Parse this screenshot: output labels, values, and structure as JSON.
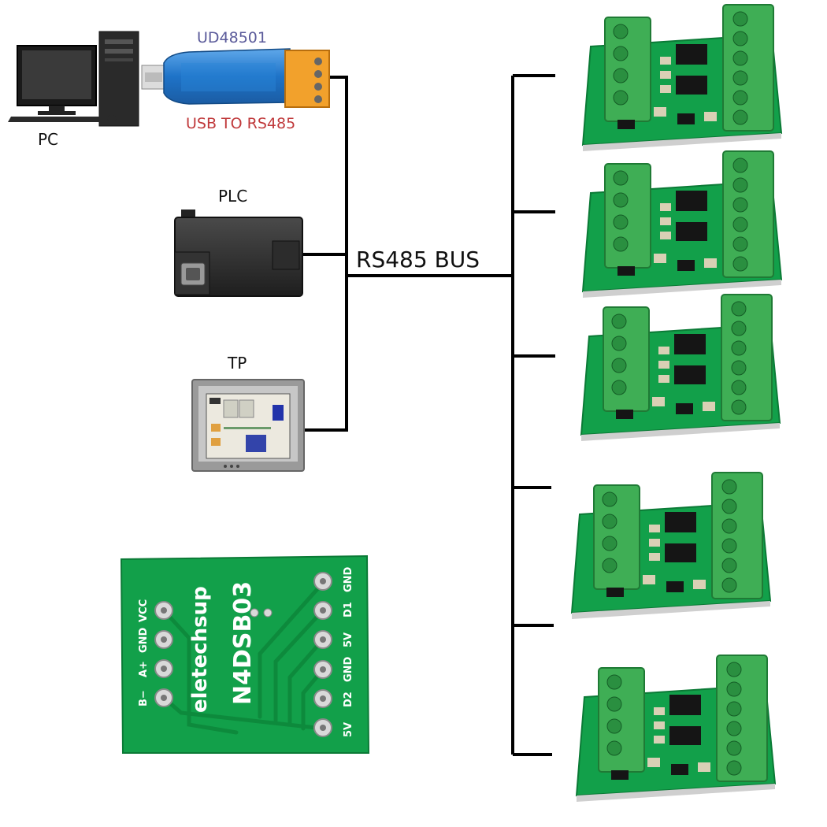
{
  "labels": {
    "pc": "PC",
    "converter_model": "UD48501",
    "converter_desc": "USB TO RS485",
    "plc": "PLC",
    "tp": "TP",
    "bus": "RS485 BUS"
  },
  "board": {
    "brand": "eletechsup",
    "model": "N4DSB03",
    "left_pins": [
      "VCC",
      "GND",
      "A+",
      "B−"
    ],
    "right_pins": [
      "GND",
      "D1",
      "5V",
      "GND",
      "D2",
      "5V"
    ]
  },
  "colors": {
    "pcb_green": "#12a04a",
    "terminal_green": "#3fae55",
    "bus_line": "#000000",
    "converter_blue": "#1e73c8",
    "connector_orange": "#f2a12c",
    "model_text": "#5a5a9a",
    "desc_text": "#c0393b"
  }
}
